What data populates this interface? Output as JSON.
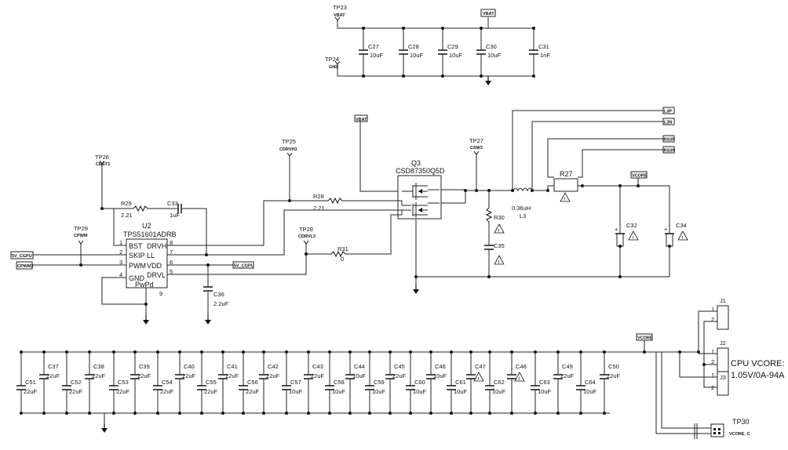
{
  "testpoints": {
    "tp23": {
      "ref": "TP23",
      "net": "VBAT"
    },
    "tp24": {
      "ref": "TP24",
      "net": "GND"
    },
    "tp25": {
      "ref": "TP25",
      "net": "CDRVH3"
    },
    "tp26": {
      "ref": "TP26",
      "net": "CBST3"
    },
    "tp27": {
      "ref": "TP27",
      "net": "CSW3"
    },
    "tp28": {
      "ref": "TP28",
      "net": "CDRVL3"
    },
    "tp29": {
      "ref": "TP29",
      "net": "CPWM"
    },
    "tp30": {
      "ref": "TP30",
      "net": "VCORE_C"
    }
  },
  "net_flags": {
    "vbat_top": "VBAT",
    "vbat_fet": "VBAT",
    "l3p": "L3P",
    "l3n": "L3N",
    "rs3p": "RS3P",
    "rs3n": "RS3N",
    "vcore_top": "VCORE",
    "vcore_bottom": "VCORE",
    "v5_left": "5V_CGPU",
    "cpwm3": "CPWM3",
    "v5_right": "5V_CGPU"
  },
  "input_caps": [
    {
      "ref": "C27",
      "value": "10uF"
    },
    {
      "ref": "C28",
      "value": "10uF"
    },
    {
      "ref": "C29",
      "value": "10uF"
    },
    {
      "ref": "C30",
      "value": "10uF"
    },
    {
      "ref": "C31",
      "value": "1nF"
    }
  ],
  "controller": {
    "ref": "U2",
    "part": "TPS51601ADRB",
    "pins_left": [
      {
        "name": "BST",
        "num": "1"
      },
      {
        "name": "SKIP",
        "num": "2"
      },
      {
        "name": "PWM",
        "num": "3"
      },
      {
        "name": "GND",
        "num": "4"
      }
    ],
    "pins_right": [
      {
        "name": "DRVH",
        "num": "8"
      },
      {
        "name": "LL",
        "num": "7"
      },
      {
        "name": "VDD",
        "num": "6"
      },
      {
        "name": "DRVL",
        "num": "5"
      }
    ],
    "pad_name": "PwPd",
    "pad_num": "9"
  },
  "resistors": {
    "r29": {
      "ref": "R29",
      "value": "2.21"
    },
    "r28": {
      "ref": "R28",
      "value": "2.21"
    },
    "r31": {
      "ref": "R31",
      "value": "0"
    },
    "r30": {
      "ref": "R30"
    },
    "r27": {
      "ref": "R27"
    }
  },
  "caps_misc": {
    "c33": {
      "ref": "C33",
      "value": "1uF"
    },
    "c36": {
      "ref": "C36",
      "value": "2.2uF"
    },
    "c35": {
      "ref": "C35"
    },
    "c32": {
      "ref": "C32"
    },
    "c34": {
      "ref": "C34"
    }
  },
  "fet": {
    "ref": "Q3",
    "part": "CSD87350Q5D"
  },
  "inductor": {
    "value": "0.36uH",
    "ref": "L3"
  },
  "output_caps": [
    {
      "ref": "C51",
      "value": "22uF",
      "row": "low"
    },
    {
      "ref": "C37",
      "value": "22uF",
      "row": "high"
    },
    {
      "ref": "C52",
      "value": "22uF",
      "row": "low"
    },
    {
      "ref": "C38",
      "value": "22uF",
      "row": "high"
    },
    {
      "ref": "C53",
      "value": "22uF",
      "row": "low"
    },
    {
      "ref": "C39",
      "value": "22uF",
      "row": "high"
    },
    {
      "ref": "C54",
      "value": "22uF",
      "row": "low"
    },
    {
      "ref": "C40",
      "value": "22uF",
      "row": "high"
    },
    {
      "ref": "C55",
      "value": "22uF",
      "row": "low"
    },
    {
      "ref": "C41",
      "value": "22uF",
      "row": "high"
    },
    {
      "ref": "C56",
      "value": "22uF",
      "row": "low"
    },
    {
      "ref": "C42",
      "value": "22uF",
      "row": "high"
    },
    {
      "ref": "C57",
      "value": "10uF",
      "row": "low"
    },
    {
      "ref": "C43",
      "value": "22uF",
      "row": "high"
    },
    {
      "ref": "C58",
      "value": "10uF",
      "row": "low"
    },
    {
      "ref": "C44",
      "value": "10uF",
      "row": "high"
    },
    {
      "ref": "C59",
      "value": "10uF",
      "row": "low"
    },
    {
      "ref": "C45",
      "value": "22uF",
      "row": "high"
    },
    {
      "ref": "C60",
      "value": "10uF",
      "row": "low"
    },
    {
      "ref": "C46",
      "value": "10uF",
      "row": "high"
    },
    {
      "ref": "C61",
      "value": "10uF",
      "row": "low"
    },
    {
      "ref": "C47",
      "value": "",
      "row": "high"
    },
    {
      "ref": "C62",
      "value": "10uF",
      "row": "low"
    },
    {
      "ref": "C48",
      "value": "",
      "row": "high"
    },
    {
      "ref": "C63",
      "value": "10uF",
      "row": "low"
    },
    {
      "ref": "C49",
      "value": "22uF",
      "row": "high"
    },
    {
      "ref": "C64",
      "value": "10uF",
      "row": "low"
    },
    {
      "ref": "C50",
      "value": "22uF",
      "row": "high"
    }
  ],
  "connectors": {
    "j1": "J1",
    "j2": "J2",
    "j3": "J3",
    "pin1": "1",
    "pin2": "2",
    "caption_line1": "CPU VCORE:",
    "caption_line2": "1.05V/0A-94A"
  },
  "warning_mark": "!"
}
